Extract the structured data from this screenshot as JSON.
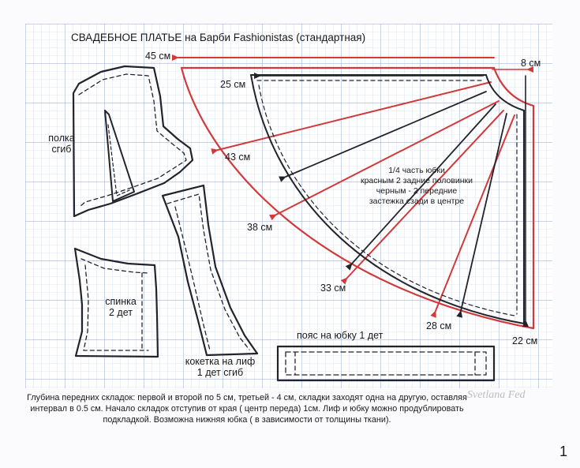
{
  "title": "СВАДЕБНОЕ ПЛАТЬЕ на Барби Fashionistas (стандартная)",
  "measurements": {
    "m45": "45 см",
    "m8": "8 см",
    "m25": "25 см",
    "m43": "43 см",
    "m38": "38 см",
    "m33": "33 см",
    "m28": "28 см",
    "m22": "22 см"
  },
  "pieces": {
    "bodice_front": {
      "line1": "полка",
      "line2": "сгиб"
    },
    "back": {
      "line1": "спинка",
      "line2": "2 дет"
    },
    "yoke": {
      "line1": "кокетка на лиф",
      "line2": "1 дет сгиб"
    },
    "belt": {
      "label": "пояс на юбку 1 дет"
    }
  },
  "skirt_note": {
    "line1": "1/4 часть юбки",
    "line2": "красным 2 задние половинки",
    "line3": "черным - 2 передние",
    "line4": "застежка сзади в центре"
  },
  "footer": {
    "text": "Глубина передних складок: первой и второй по 5 см, третьей - 4 см, складки заходят одна на другую, оставляя интервал в 0.5 см. Начало складок отступив от края ( центр переда) 1см. Лиф и юбку можно продублировать подкладкой. Возможна нижняя юбка ( в зависимости от толщины ткани)."
  },
  "watermark": "Svetlana Fed",
  "page_number": "1",
  "colors": {
    "grid_minor": "#c6d2e6",
    "grid_major": "#8fa6cc",
    "ink": "#23232b",
    "red": "#d23a3a",
    "paper": "#fbfbfd"
  }
}
